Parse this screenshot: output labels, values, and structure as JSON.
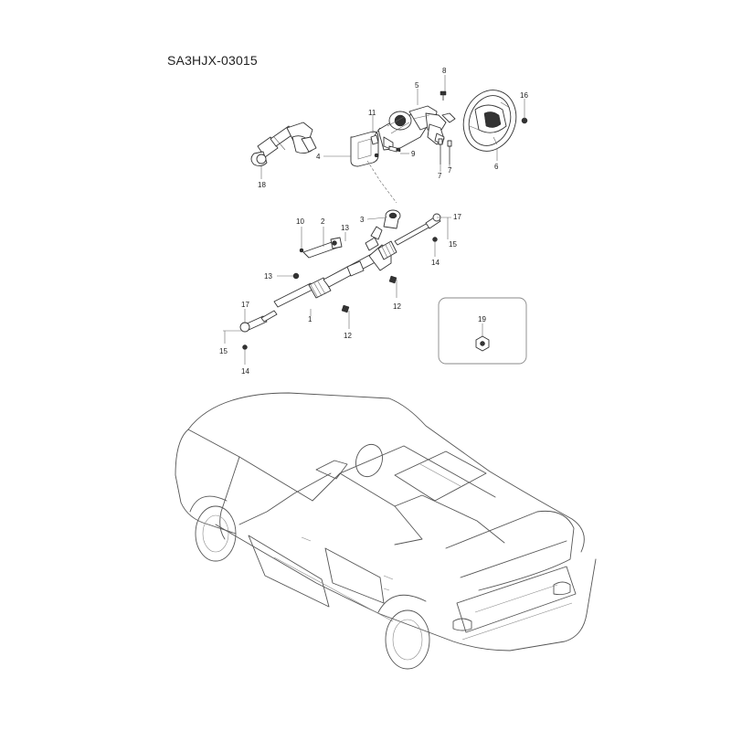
{
  "diagram": {
    "title": "SA3HJX-03015",
    "callouts": [
      {
        "id": "c8",
        "text": "8"
      },
      {
        "id": "c5",
        "text": "5"
      },
      {
        "id": "c16",
        "text": "16"
      },
      {
        "id": "c11",
        "text": "11"
      },
      {
        "id": "c9",
        "text": "9"
      },
      {
        "id": "c4",
        "text": "4"
      },
      {
        "id": "c7a",
        "text": "7"
      },
      {
        "id": "c7b",
        "text": "7"
      },
      {
        "id": "c6",
        "text": "6"
      },
      {
        "id": "c18",
        "text": "18"
      },
      {
        "id": "c3",
        "text": "3"
      },
      {
        "id": "c17a",
        "text": "17"
      },
      {
        "id": "c15a",
        "text": "15"
      },
      {
        "id": "c14a",
        "text": "14"
      },
      {
        "id": "c10",
        "text": "10"
      },
      {
        "id": "c2",
        "text": "2"
      },
      {
        "id": "c13a",
        "text": "13"
      },
      {
        "id": "c13b",
        "text": "13"
      },
      {
        "id": "c12a",
        "text": "12"
      },
      {
        "id": "c1",
        "text": "1"
      },
      {
        "id": "c12b",
        "text": "12"
      },
      {
        "id": "c17b",
        "text": "17"
      },
      {
        "id": "c15b",
        "text": "15"
      },
      {
        "id": "c14b",
        "text": "14"
      },
      {
        "id": "c19",
        "text": "19"
      }
    ]
  }
}
